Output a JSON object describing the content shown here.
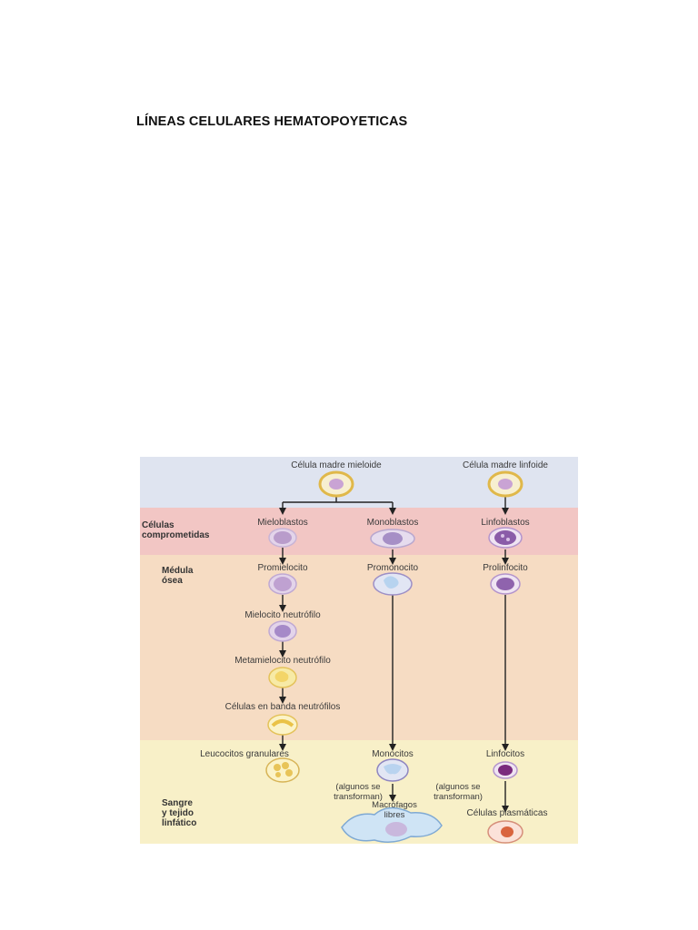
{
  "document": {
    "title": "LÍNEAS CELULARES HEMATOPOYETICAS"
  },
  "figure": {
    "colors": {
      "stem_band": "#dfe4f0",
      "committed_band": "#f2c6c4",
      "marrow_band": "#f6dcc3",
      "blood_band": "#f8f0c8"
    },
    "row_labels": {
      "committed": "Células\ncomprometidas",
      "marrow": "Médula\nósea",
      "blood": "Sangre\ny tejido\nlinfático"
    },
    "stem_cells": {
      "myeloid": "Célula madre mieloide",
      "lymphoid": "Célula madre linfoide"
    },
    "granulocyte_line": {
      "blast": "Mieloblastos",
      "promyelocyte": "Promielocito",
      "myelocyte": "Mielocito neutrófilo",
      "metamyelocyte": "Metamielocito neutrófilo",
      "band_cells": "Células en banda neutrófilos",
      "mature": "Leucocitos granulares"
    },
    "monocyte_line": {
      "blast": "Monoblastos",
      "promonocyte": "Promonocito",
      "mature": "Monocitos",
      "transform_note": "(algunos se\ntransforman)",
      "derived": "Macrófagos\nlibres"
    },
    "lymphocyte_line": {
      "blast": "Linfoblastos",
      "prolymphocyte": "Prolinfocito",
      "mature": "Linfocitos",
      "transform_note": "(algunos se\ntransforman)",
      "derived": "Células plasmáticas"
    }
  }
}
